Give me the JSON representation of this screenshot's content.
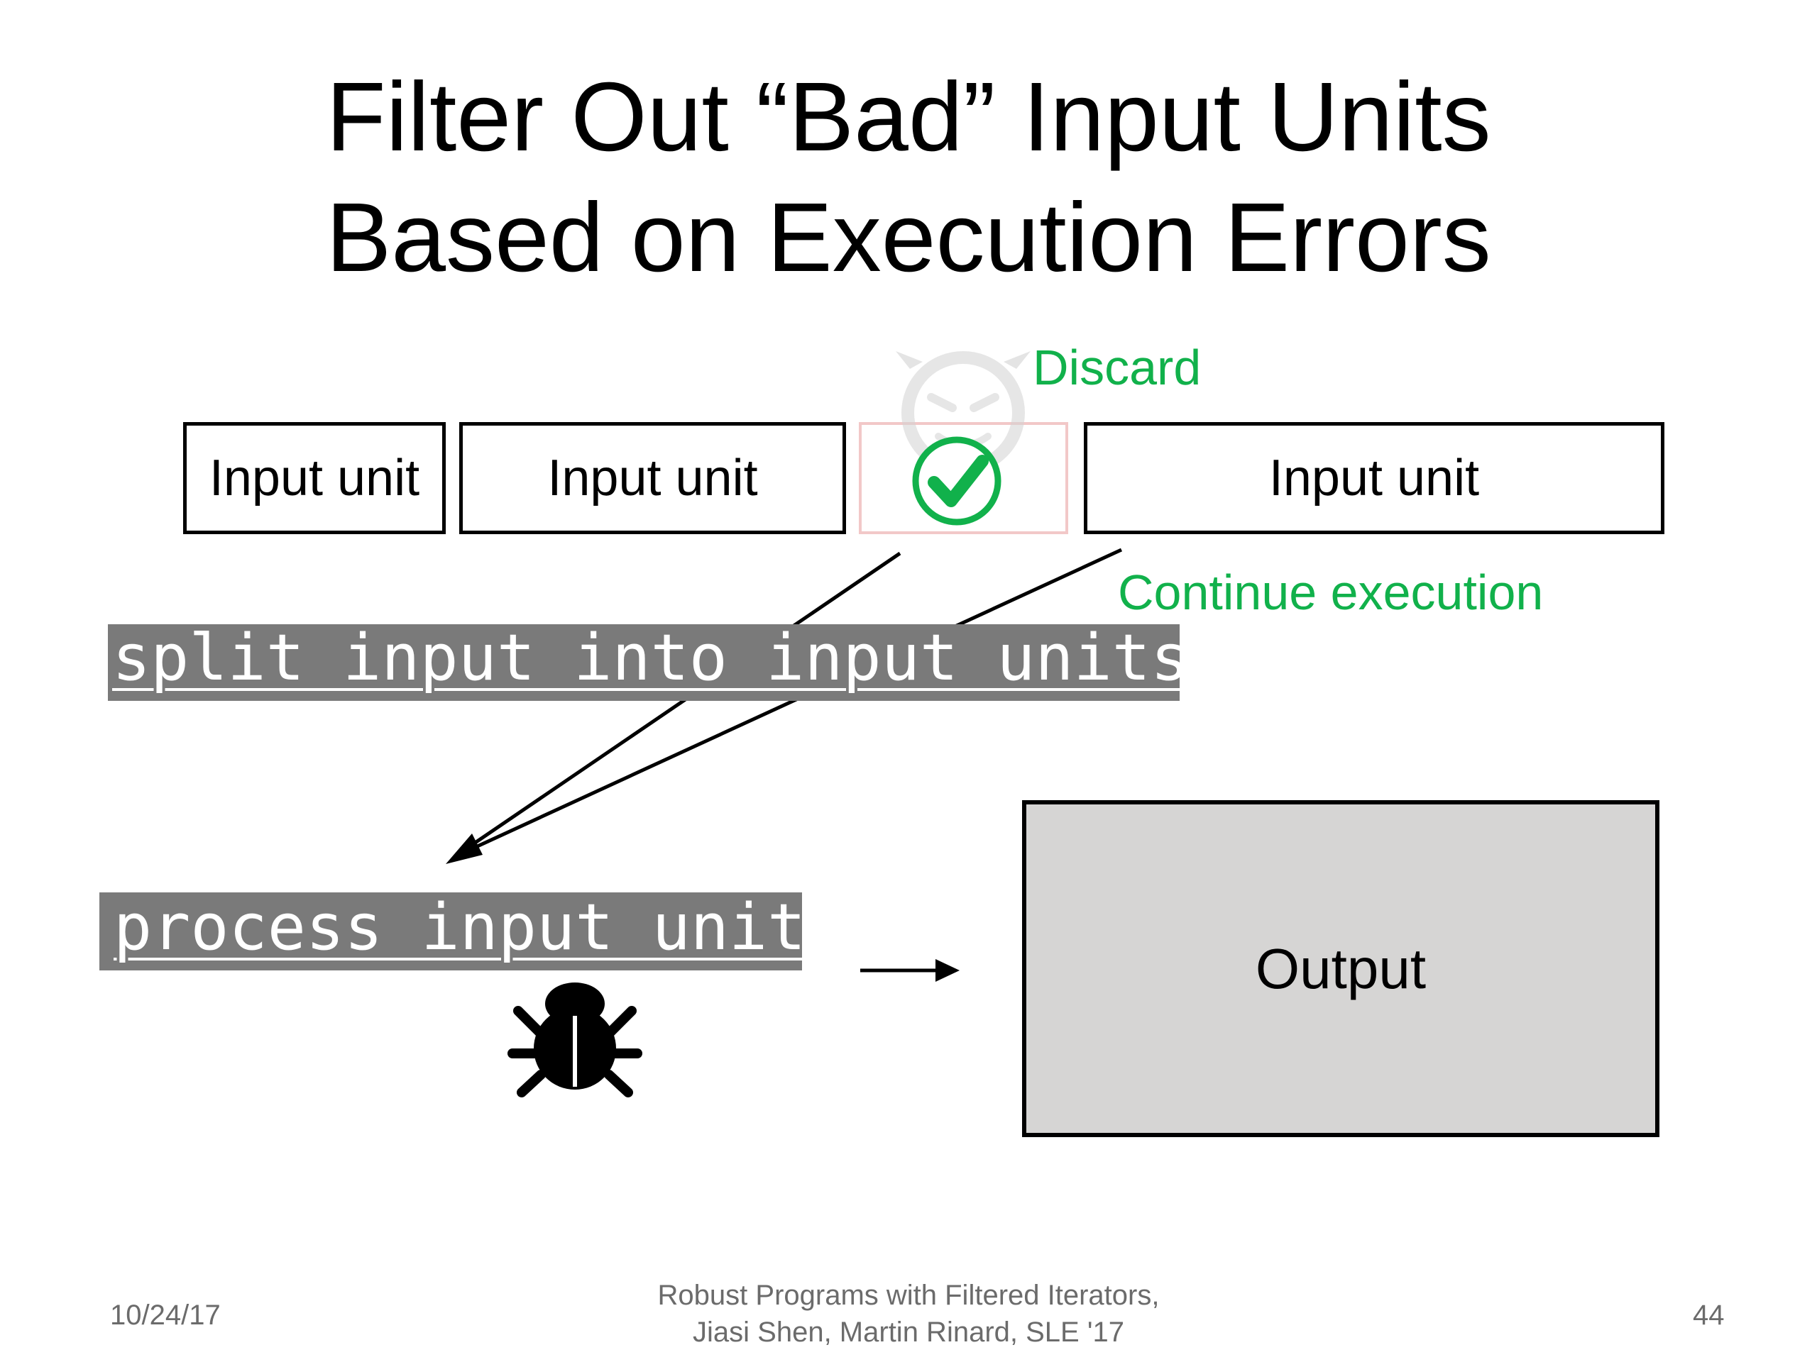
{
  "title": {
    "line1": "Filter Out “Bad” Input Units",
    "line2": "Based on Execution Errors"
  },
  "input_units": [
    {
      "label": "Input unit"
    },
    {
      "label": "Input unit"
    },
    {
      "label": "Input unit"
    }
  ],
  "annotations": {
    "discard": "Discard",
    "continue": "Continue execution"
  },
  "code": {
    "split": "split input into input units",
    "process": "process input unit"
  },
  "output": {
    "label": "Output"
  },
  "icons": {
    "devil": "devil-face-icon",
    "check": "checkmark-icon",
    "bug": "bug-icon"
  },
  "colors": {
    "accent_green": "#11b14b",
    "code_bg": "#7a7a7a",
    "output_bg": "#d6d5d4"
  },
  "footer": {
    "date": "10/24/17",
    "citation_line1": "Robust Programs with Filtered Iterators,",
    "citation_line2": "Jiasi Shen, Martin Rinard, SLE '17",
    "page_number": "44"
  }
}
